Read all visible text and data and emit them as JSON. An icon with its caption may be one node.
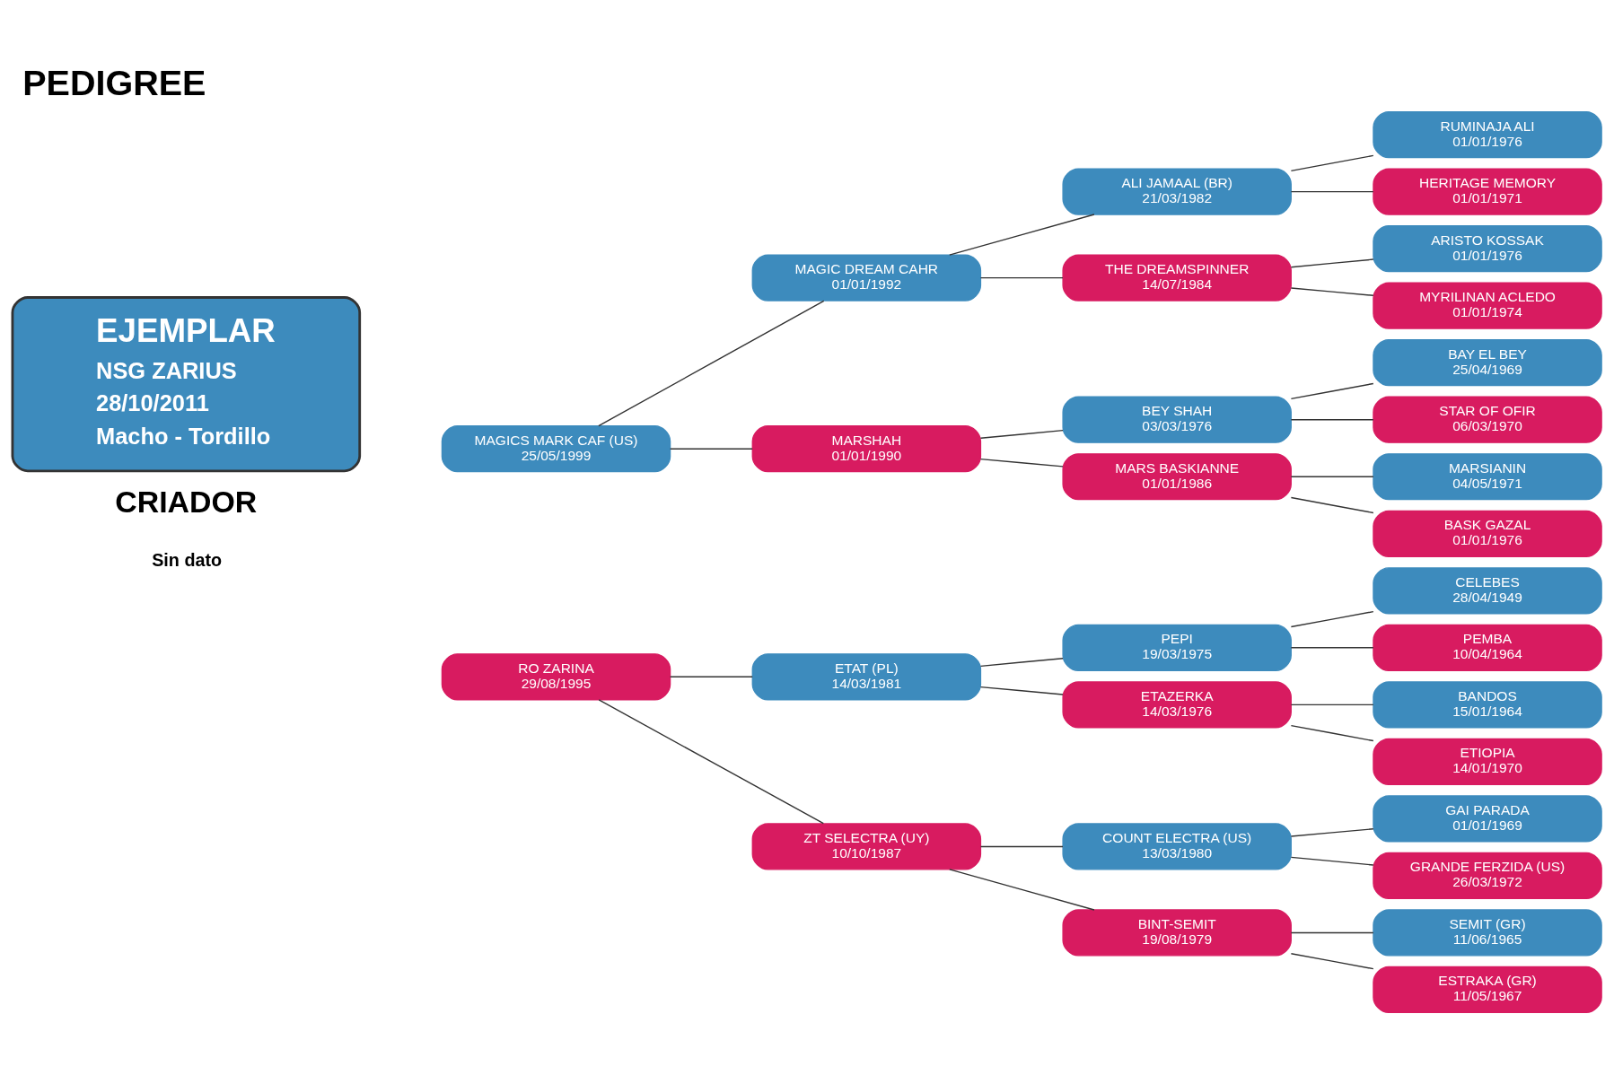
{
  "diagram": {
    "title": "PEDIGREE",
    "nodes": [
      {
        "text": [
          "EJEMPLAR",
          "NSG ZARIUS",
          "28/10/2011",
          "Macho - Tordillo"
        ]
      },
      {
        "text": [
          "MAGICS MARK CAF (US)",
          "25/05/1999"
        ]
      },
      {
        "text": [
          "MAGIC DREAM CAHR",
          "01/01/1992"
        ]
      },
      {
        "text": [
          "ALI JAMAAL (BR)",
          "21/03/1982"
        ]
      },
      {
        "text": [
          "RUMINAJA ALI",
          "01/01/1976"
        ]
      },
      {
        "text": [
          "HERITAGE MEMORY",
          "01/01/1971"
        ]
      },
      {
        "text": [
          "THE DREAMSPINNER",
          "14/07/1984"
        ]
      },
      {
        "text": [
          "ARISTO KOSSAK",
          "01/01/1976"
        ]
      },
      {
        "text": [
          "MYRILINAN ACLEDO",
          "01/01/1974"
        ]
      },
      {
        "text": [
          "MARSHAH",
          "01/01/1990"
        ]
      },
      {
        "text": [
          "BEY SHAH",
          "03/03/1976"
        ]
      },
      {
        "text": [
          "BAY EL BEY",
          "25/04/1969"
        ]
      },
      {
        "text": [
          "STAR OF OFIR",
          "06/03/1970"
        ]
      },
      {
        "text": [
          "MARS BASKIANNE",
          "01/01/1986"
        ]
      },
      {
        "text": [
          "MARSIANIN",
          "04/05/1971"
        ]
      },
      {
        "text": [
          "BASK GAZAL",
          "01/01/1976"
        ]
      },
      {
        "text": [
          "RO ZARINA",
          "29/08/1995"
        ]
      },
      {
        "text": [
          "ETAT (PL)",
          "14/03/1981"
        ]
      },
      {
        "text": [
          "PEPI",
          "19/03/1975"
        ]
      },
      {
        "text": [
          "CELEBES",
          "28/04/1949"
        ]
      },
      {
        "text": [
          "PEMBA",
          "10/04/1964"
        ]
      },
      {
        "text": [
          "ETAZERKA",
          "14/03/1976"
        ]
      },
      {
        "text": [
          "BANDOS",
          "15/01/1964"
        ]
      },
      {
        "text": [
          "ETIOPIA",
          "14/01/1970"
        ]
      },
      {
        "text": [
          "ZT SELECTRA (UY)",
          "10/10/1987"
        ]
      },
      {
        "text": [
          "COUNT ELECTRA (US)",
          "13/03/1980"
        ]
      },
      {
        "text": [
          "GAI PARADA",
          "01/01/1969"
        ]
      },
      {
        "text": [
          "GRANDE FERZIDA (US)",
          "26/03/1972"
        ]
      },
      {
        "text": [
          "BINT-SEMIT",
          "19/08/1979"
        ]
      },
      {
        "text": [
          "SEMIT (GR)",
          "11/06/1965"
        ]
      },
      {
        "text": [
          "ESTRAKA (GR)",
          "11/05/1967"
        ]
      }
    ],
    "edges": [
      {
        "from": 1,
        "to": 2,
        "arrow": "none"
      },
      {
        "from": 2,
        "to": 3,
        "arrow": "none"
      },
      {
        "from": 3,
        "to": 4,
        "arrow": "none"
      },
      {
        "from": 3,
        "to": 5,
        "arrow": "none"
      },
      {
        "from": 2,
        "to": 6,
        "arrow": "none"
      },
      {
        "from": 6,
        "to": 7,
        "arrow": "none"
      },
      {
        "from": 6,
        "to": 8,
        "arrow": "none"
      },
      {
        "from": 1,
        "to": 9,
        "arrow": "none"
      },
      {
        "from": 9,
        "to": 10,
        "arrow": "none"
      },
      {
        "from": 10,
        "to": 11,
        "arrow": "none"
      },
      {
        "from": 10,
        "to": 12,
        "arrow": "none"
      },
      {
        "from": 9,
        "to": 13,
        "arrow": "none"
      },
      {
        "from": 13,
        "to": 14,
        "arrow": "none"
      },
      {
        "from": 13,
        "to": 15,
        "arrow": "none"
      },
      {
        "from": 16,
        "to": 17,
        "arrow": "none"
      },
      {
        "from": 17,
        "to": 18,
        "arrow": "none"
      },
      {
        "from": 18,
        "to": 19,
        "arrow": "none"
      },
      {
        "from": 18,
        "to": 20,
        "arrow": "none"
      },
      {
        "from": 17,
        "to": 21,
        "arrow": "none"
      },
      {
        "from": 21,
        "to": 22,
        "arrow": "none"
      },
      {
        "from": 21,
        "to": 23,
        "arrow": "none"
      },
      {
        "from": 16,
        "to": 24,
        "arrow": "none"
      },
      {
        "from": 24,
        "to": 25,
        "arrow": "none"
      },
      {
        "from": 25,
        "to": 26,
        "arrow": "none"
      },
      {
        "from": 25,
        "to": 27,
        "arrow": "none"
      },
      {
        "from": 24,
        "to": 28,
        "arrow": "none"
      },
      {
        "from": 28,
        "to": 29,
        "arrow": "none"
      },
      {
        "from": 28,
        "to": 30,
        "arrow": "none"
      }
    ],
    "labels": [
      "CRIADOR",
      "Sin dato"
    ]
  }
}
